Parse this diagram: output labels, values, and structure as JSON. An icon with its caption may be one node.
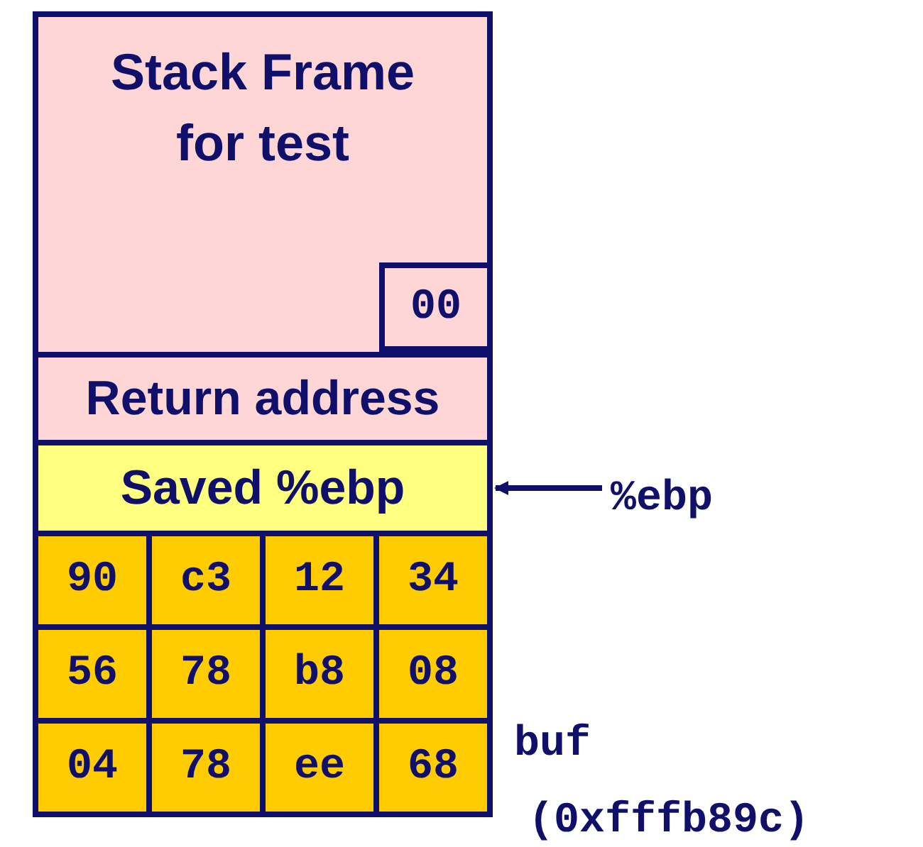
{
  "diagram": {
    "nodes": [
      {
        "text": [
          "Stack Frame for test"
        ]
      },
      {
        "text": [
          "00"
        ],
        "in": 0
      },
      {
        "text": [
          "Return address"
        ]
      },
      {
        "text": [
          "Saved %ebp"
        ]
      },
      {
        "text": [
          "90"
        ]
      },
      {
        "text": [
          "c3"
        ]
      },
      {
        "text": [
          "12"
        ]
      },
      {
        "text": [
          "34"
        ]
      },
      {
        "text": [
          "56"
        ]
      },
      {
        "text": [
          "78"
        ]
      },
      {
        "text": [
          "b8"
        ]
      },
      {
        "text": [
          "08"
        ]
      },
      {
        "text": [
          "04"
        ]
      },
      {
        "text": [
          "78"
        ]
      },
      {
        "text": [
          "ee"
        ]
      },
      {
        "text": [
          "68"
        ]
      },
      {
        "text": [
          "%ebp"
        ]
      }
    ],
    "edges": [
      {
        "from": 16,
        "to": 3,
        "arrow": "to"
      }
    ],
    "labels": [
      "buf",
      "(0xfffb89c)"
    ]
  }
}
